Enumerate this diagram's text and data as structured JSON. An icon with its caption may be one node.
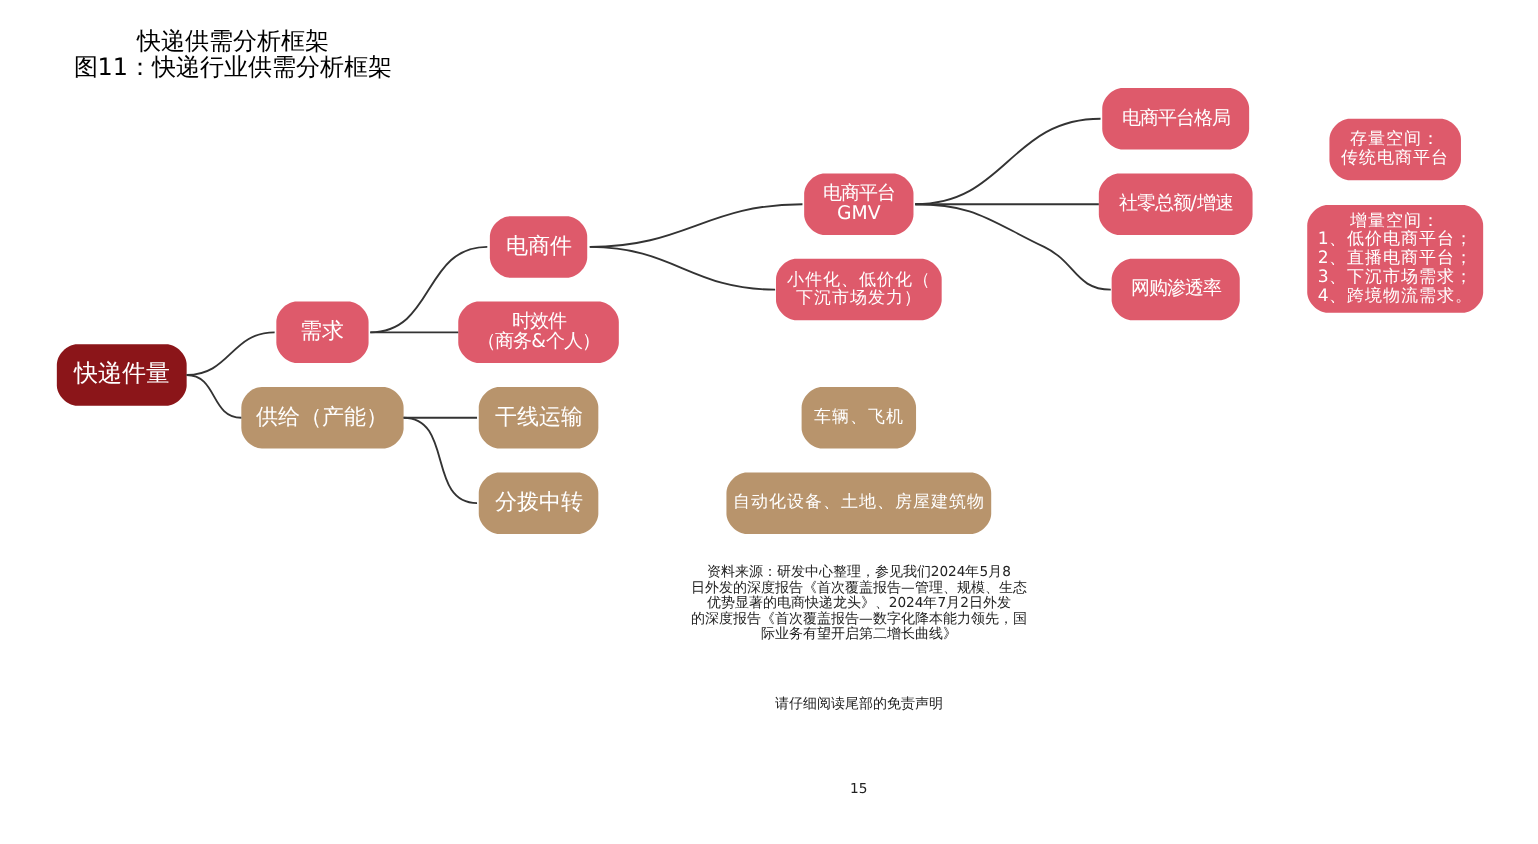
{
  "diagram": {
    "title": "快递供需分析框架",
    "caption": "图11：快递行业供需分析框架",
    "nodes": [
      {
        "text": [
          "快递件量"
        ]
      },
      {
        "text": [
          "需求"
        ]
      },
      {
        "text": [
          "供给（产能）"
        ]
      },
      {
        "text": [
          "电商件"
        ]
      },
      {
        "text": [
          "时效件",
          "（商务&个人）"
        ]
      },
      {
        "text": [
          "电商平台GMV"
        ]
      },
      {
        "text": [
          "小件化、低价化（下沉市场发力）"
        ]
      },
      {
        "text": [
          "电商平台格局"
        ]
      },
      {
        "text": [
          "社零总额/增速"
        ]
      },
      {
        "text": [
          "网购渗透率"
        ]
      },
      {
        "text": [
          "存量空间：",
          "传统电商平台"
        ]
      },
      {
        "text": [
          "增量空间：",
          "1、低价电商平台；2、直播电商平台；3、下沉市场需求；4、跨境物流需求。"
        ]
      },
      {
        "text": [
          "干线运输"
        ]
      },
      {
        "text": [
          "分拨中转"
        ]
      },
      {
        "text": [
          "车辆、飞机"
        ]
      },
      {
        "text": [
          "自动化设备、土地、房屋建筑物"
        ]
      }
    ],
    "edges": [
      {
        "from": 0,
        "to": 1,
        "arrow": "none"
      },
      {
        "from": 0,
        "to": 2,
        "arrow": "none"
      },
      {
        "from": 1,
        "to": 3,
        "arrow": "none"
      },
      {
        "from": 1,
        "to": 4,
        "arrow": "none"
      },
      {
        "from": 3,
        "to": 5,
        "arrow": "none"
      },
      {
        "from": 3,
        "to": 6,
        "arrow": "none"
      },
      {
        "from": 5,
        "to": 7,
        "arrow": "none"
      },
      {
        "from": 5,
        "to": 8,
        "arrow": "none"
      },
      {
        "from": 5,
        "to": 9,
        "arrow": "none"
      },
      {
        "from": 2,
        "to": 12,
        "arrow": "none"
      },
      {
        "from": 2,
        "to": 13,
        "arrow": "none"
      }
    ],
    "labels": [
      "资料来源：研发中心整理，参见我们2024年5月8日外发的深度报告《首次覆盖报告—管理、规模、生态优势显著的电商快递龙头》、2024年7月2日外发的深度报告《首次覆盖报告—数字化降本能力领先，国际业务有望开启第二增长曲线》",
      "请仔细阅读尾部的免责声明",
      "15"
    ]
  }
}
